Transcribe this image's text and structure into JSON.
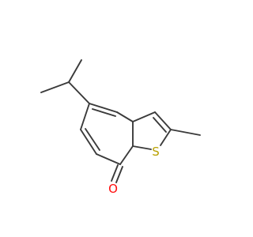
{
  "molecule": {
    "atoms": [
      {
        "id": "O",
        "label": "O",
        "color": "#ff0d0d"
      },
      {
        "id": "S",
        "label": "S",
        "color": "#b8a000"
      }
    ]
  }
}
